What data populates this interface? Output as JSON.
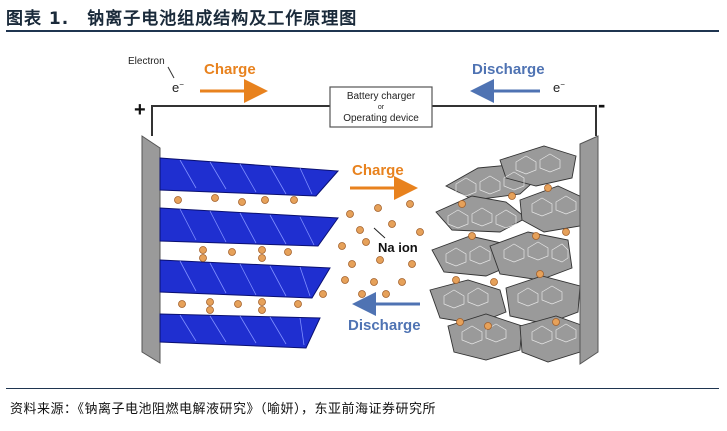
{
  "figure": {
    "title": "图表 1.　钠离子电池组成结构及工作原理图",
    "source": "资料来源：《钠离子电池阻燃电解液研究》（喻妍），东亚前海证券研究所"
  },
  "diagram": {
    "electron_label": "Electron",
    "electron_symbol_left": "e",
    "electron_symbol_right": "e",
    "electron_superscript": "−",
    "charge_top": "Charge",
    "discharge_top": "Discharge",
    "device_line1": "Battery charger",
    "device_line2": "or",
    "device_line3": "Operating device",
    "plus_sign": "+",
    "minus_sign": "-",
    "charge_middle": "Charge",
    "discharge_middle": "Discharge",
    "ion_label": "Na ion"
  },
  "colors": {
    "charge_arrow": "#e8821e",
    "discharge_arrow": "#4f73b3",
    "cathode_layer": "#1f2fd0",
    "ion": "#e6a15a",
    "graphite": "#888888",
    "electrode_plate": "#9a9a9a"
  }
}
